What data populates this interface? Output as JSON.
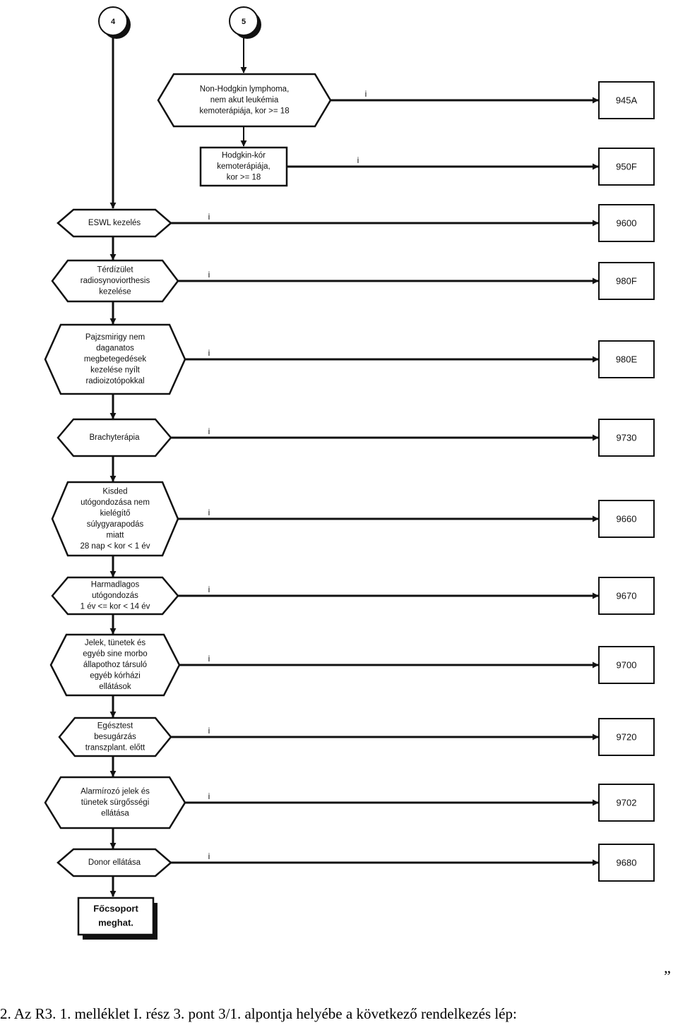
{
  "connectors": [
    {
      "id": "c4",
      "label": "4"
    },
    {
      "id": "c5",
      "label": "5"
    }
  ],
  "yes_label": "i",
  "decisions": [
    {
      "id": "nhl",
      "lines": [
        "Non-Hodgkin lymphoma,",
        "nem akut leukémia",
        "kemoterápiája, kor >= 18"
      ],
      "code": "945A"
    },
    {
      "id": "hodgkin",
      "lines": [
        "Hodgkin-kór",
        "kemoterápiája,",
        "kor  >= 18"
      ],
      "code": "950F"
    },
    {
      "id": "eswl",
      "lines": [
        "ESWL kezelés"
      ],
      "code": "9600"
    },
    {
      "id": "terd",
      "lines": [
        "Térdízület",
        "radiosynoviorthesis",
        "kezelése"
      ],
      "code": "980F"
    },
    {
      "id": "pajzs",
      "lines": [
        "Pajzsmirigy nem",
        "daganatos",
        "megbetegedések",
        "kezelése nyílt",
        "radioizotópokkal"
      ],
      "code": "980E"
    },
    {
      "id": "brachy",
      "lines": [
        "Brachyterápia"
      ],
      "code": "9730"
    },
    {
      "id": "kisded",
      "lines": [
        "Kisded",
        "utógondozása nem",
        "kielégítő",
        "súlygyarapodás",
        "miatt",
        "28 nap < kor < 1 év"
      ],
      "code": "9660"
    },
    {
      "id": "harmad",
      "lines": [
        "Harmadlagos",
        "utógondozás",
        "1 év <= kor < 14 év"
      ],
      "code": "9670"
    },
    {
      "id": "jelek",
      "lines": [
        "Jelek, tünetek és",
        "egyéb sine morbo",
        "állapothoz társuló",
        "egyéb kórházi",
        "ellátások"
      ],
      "code": "9700"
    },
    {
      "id": "egesz",
      "lines": [
        "Egésztest",
        "besugárzás",
        "transzplant. előtt"
      ],
      "code": "9720"
    },
    {
      "id": "alarm",
      "lines": [
        "Alarmírozó jelek és",
        "tünetek sürgősségi",
        "ellátása"
      ],
      "code": "9702"
    },
    {
      "id": "donor",
      "lines": [
        "Donor ellátása"
      ],
      "code": "9680"
    }
  ],
  "terminal": {
    "lines": [
      "Főcsoport",
      "meghat."
    ]
  },
  "quote_mark": "„",
  "footer": "2. Az R3. 1. melléklet I. rész 3. pont 3/1. alpontja helyébe a következő rendelkezés lép:"
}
